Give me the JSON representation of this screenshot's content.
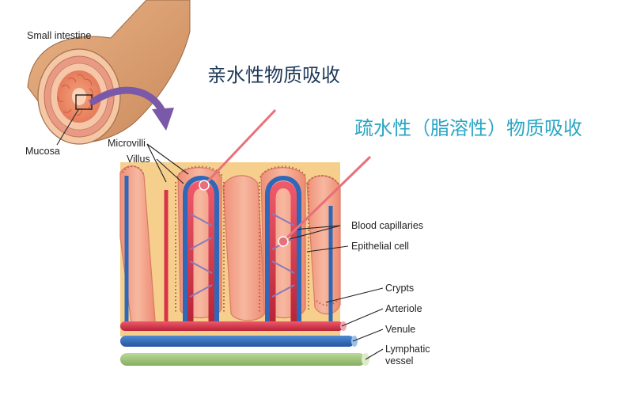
{
  "titles": {
    "hydrophilic": "亲水性物质吸收",
    "hydrophobic": "疏水性（脂溶性）物质吸收"
  },
  "labels": {
    "small_intestine": "Small intestine",
    "mucosa": "Mucosa",
    "microvilli": "Microvilli",
    "villus": "Villus",
    "blood_capillaries": "Blood capillaries",
    "epithelial_cell": "Epithelial cell",
    "crypts": "Crypts",
    "arteriole": "Arteriole",
    "venule": "Venule",
    "lymphatic_vessel_1": "Lymphatic",
    "lymphatic_vessel_2": "vessel"
  },
  "colors": {
    "hydrophilic_title": "#1f3a5a",
    "hydrophobic_title": "#2aa6c4",
    "pointer_line": "#e8707a",
    "artery": "#d8334a",
    "vein": "#2e68b8",
    "lymph": "#9cc37a",
    "villus_flesh": "#f2a48c",
    "submucosa": "#f6cf8c",
    "arrow": "#7a5aa8"
  }
}
